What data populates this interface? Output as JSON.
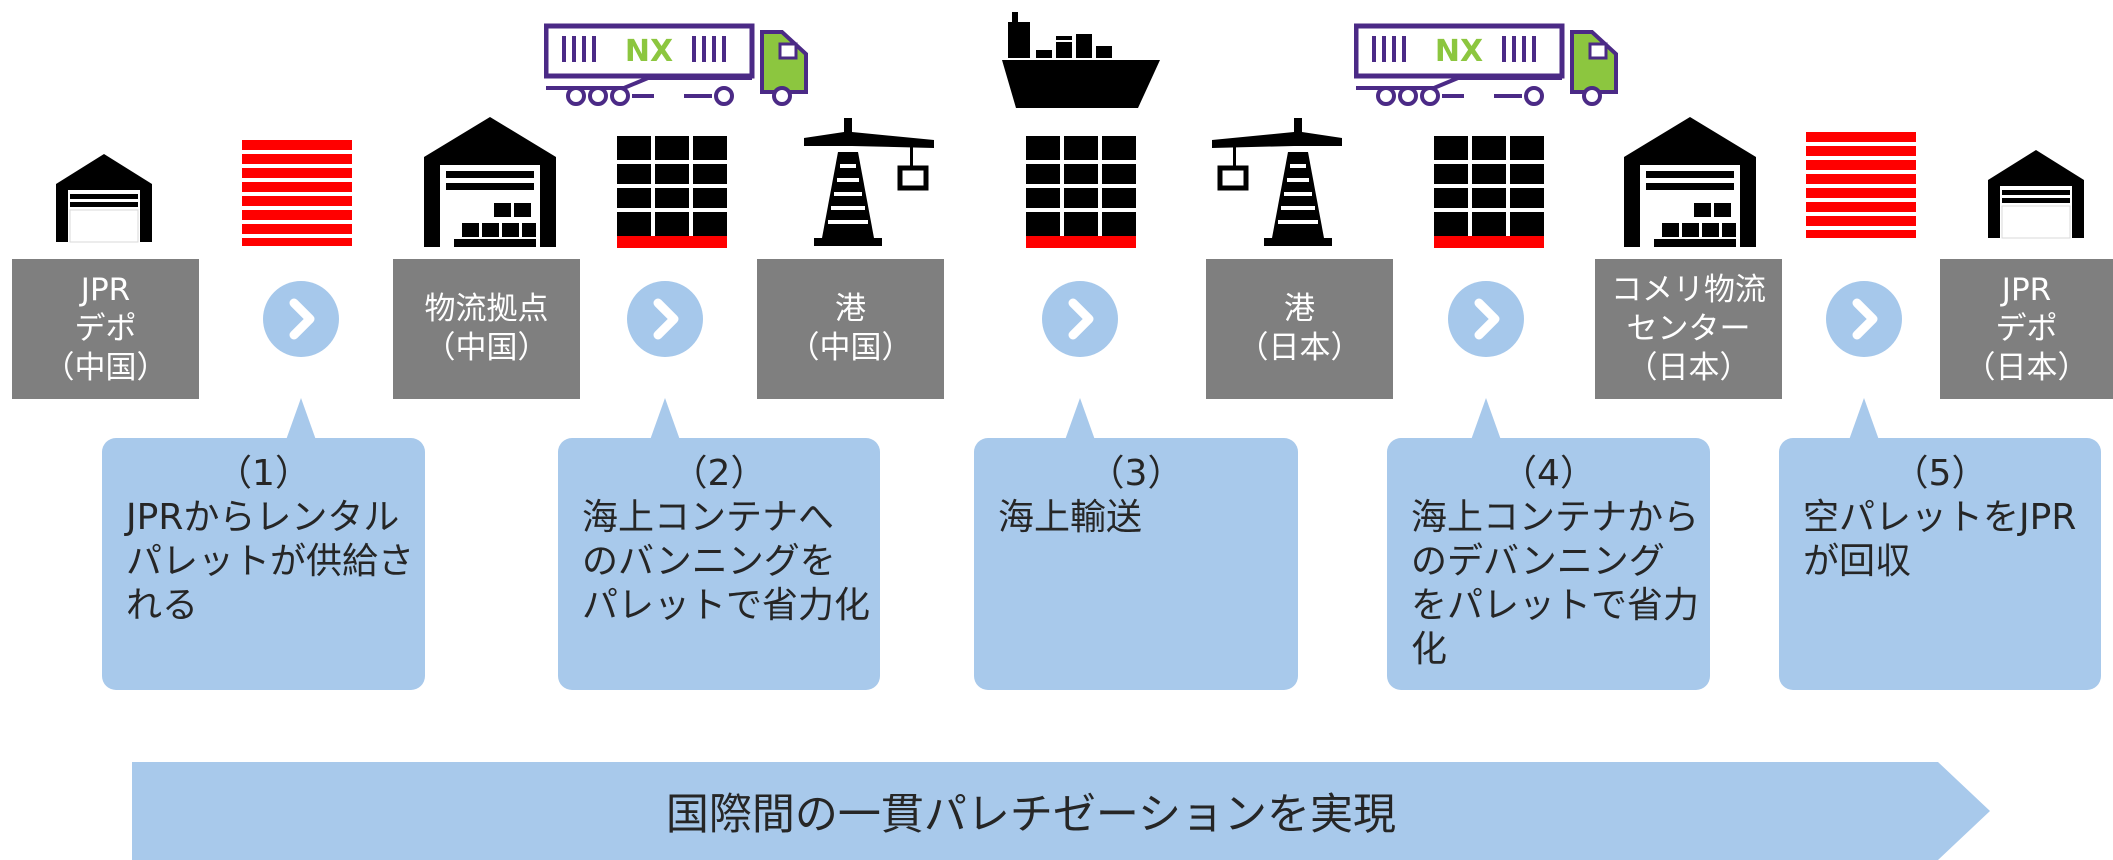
{
  "stations": [
    {
      "id": "jpr-depot-china",
      "lines": [
        "JPR",
        "デポ",
        "（中国）"
      ]
    },
    {
      "id": "hub-china",
      "lines": [
        "物流拠点",
        "（中国）"
      ]
    },
    {
      "id": "port-china",
      "lines": [
        "港",
        "（中国）"
      ]
    },
    {
      "id": "port-japan",
      "lines": [
        "港",
        "（日本）"
      ]
    },
    {
      "id": "komeri-center-japan",
      "lines": [
        "コメリ物流",
        "センター",
        "（日本）"
      ]
    },
    {
      "id": "jpr-depot-japan",
      "lines": [
        "JPR",
        "デポ",
        "（日本）"
      ]
    }
  ],
  "steps": [
    {
      "num": "（1）",
      "lines": [
        "JPRからレンタル",
        "パレットが供給さ",
        "れる"
      ]
    },
    {
      "num": "（2）",
      "lines": [
        "海上コンテナへ",
        "のバンニングを",
        "パレットで省力化"
      ]
    },
    {
      "num": "（3）",
      "lines": [
        "海上輸送"
      ]
    },
    {
      "num": "（4）",
      "lines": [
        "海上コンテナから",
        "のデバンニング",
        "をパレットで省力",
        "化"
      ]
    },
    {
      "num": "（5）",
      "lines": [
        "空パレットをJPR",
        "が回収"
      ]
    }
  ],
  "truck_logo": "NX",
  "banner": "国際間の一貫パレチゼーションを実現",
  "colors": {
    "station_fill": "#7f7f7f",
    "callout_fill": "#a8c9eb",
    "chevron_fill": "#a6c8eb",
    "pallet_red": "#ff0000",
    "truck_purple": "#4b2a86",
    "truck_green": "#8cc63f"
  },
  "icons": [
    "warehouse-icon",
    "pallet-icon",
    "loaded-pallet-icon",
    "crane-icon",
    "ship-icon",
    "truck-icon",
    "chevron-right-icon"
  ]
}
